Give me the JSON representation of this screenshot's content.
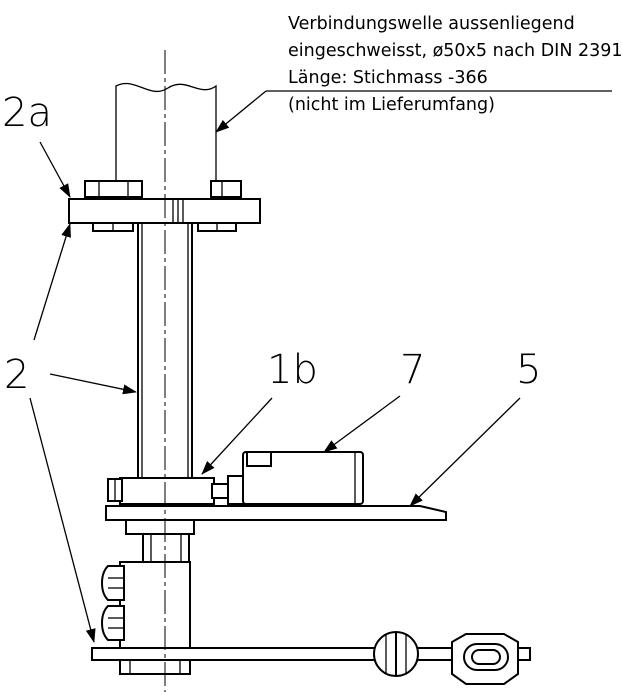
{
  "note": {
    "line1": "Verbindungswelle aussenliegend",
    "line2": "eingeschweisst, ø50x5 nach DIN 2391",
    "line3": "Länge: Stichmass -366",
    "line4": "(nicht im Lieferumfang)"
  },
  "callouts": {
    "c2a": "2a",
    "c2": "2",
    "c1b": "1b",
    "c7": "7",
    "c5": "5"
  }
}
